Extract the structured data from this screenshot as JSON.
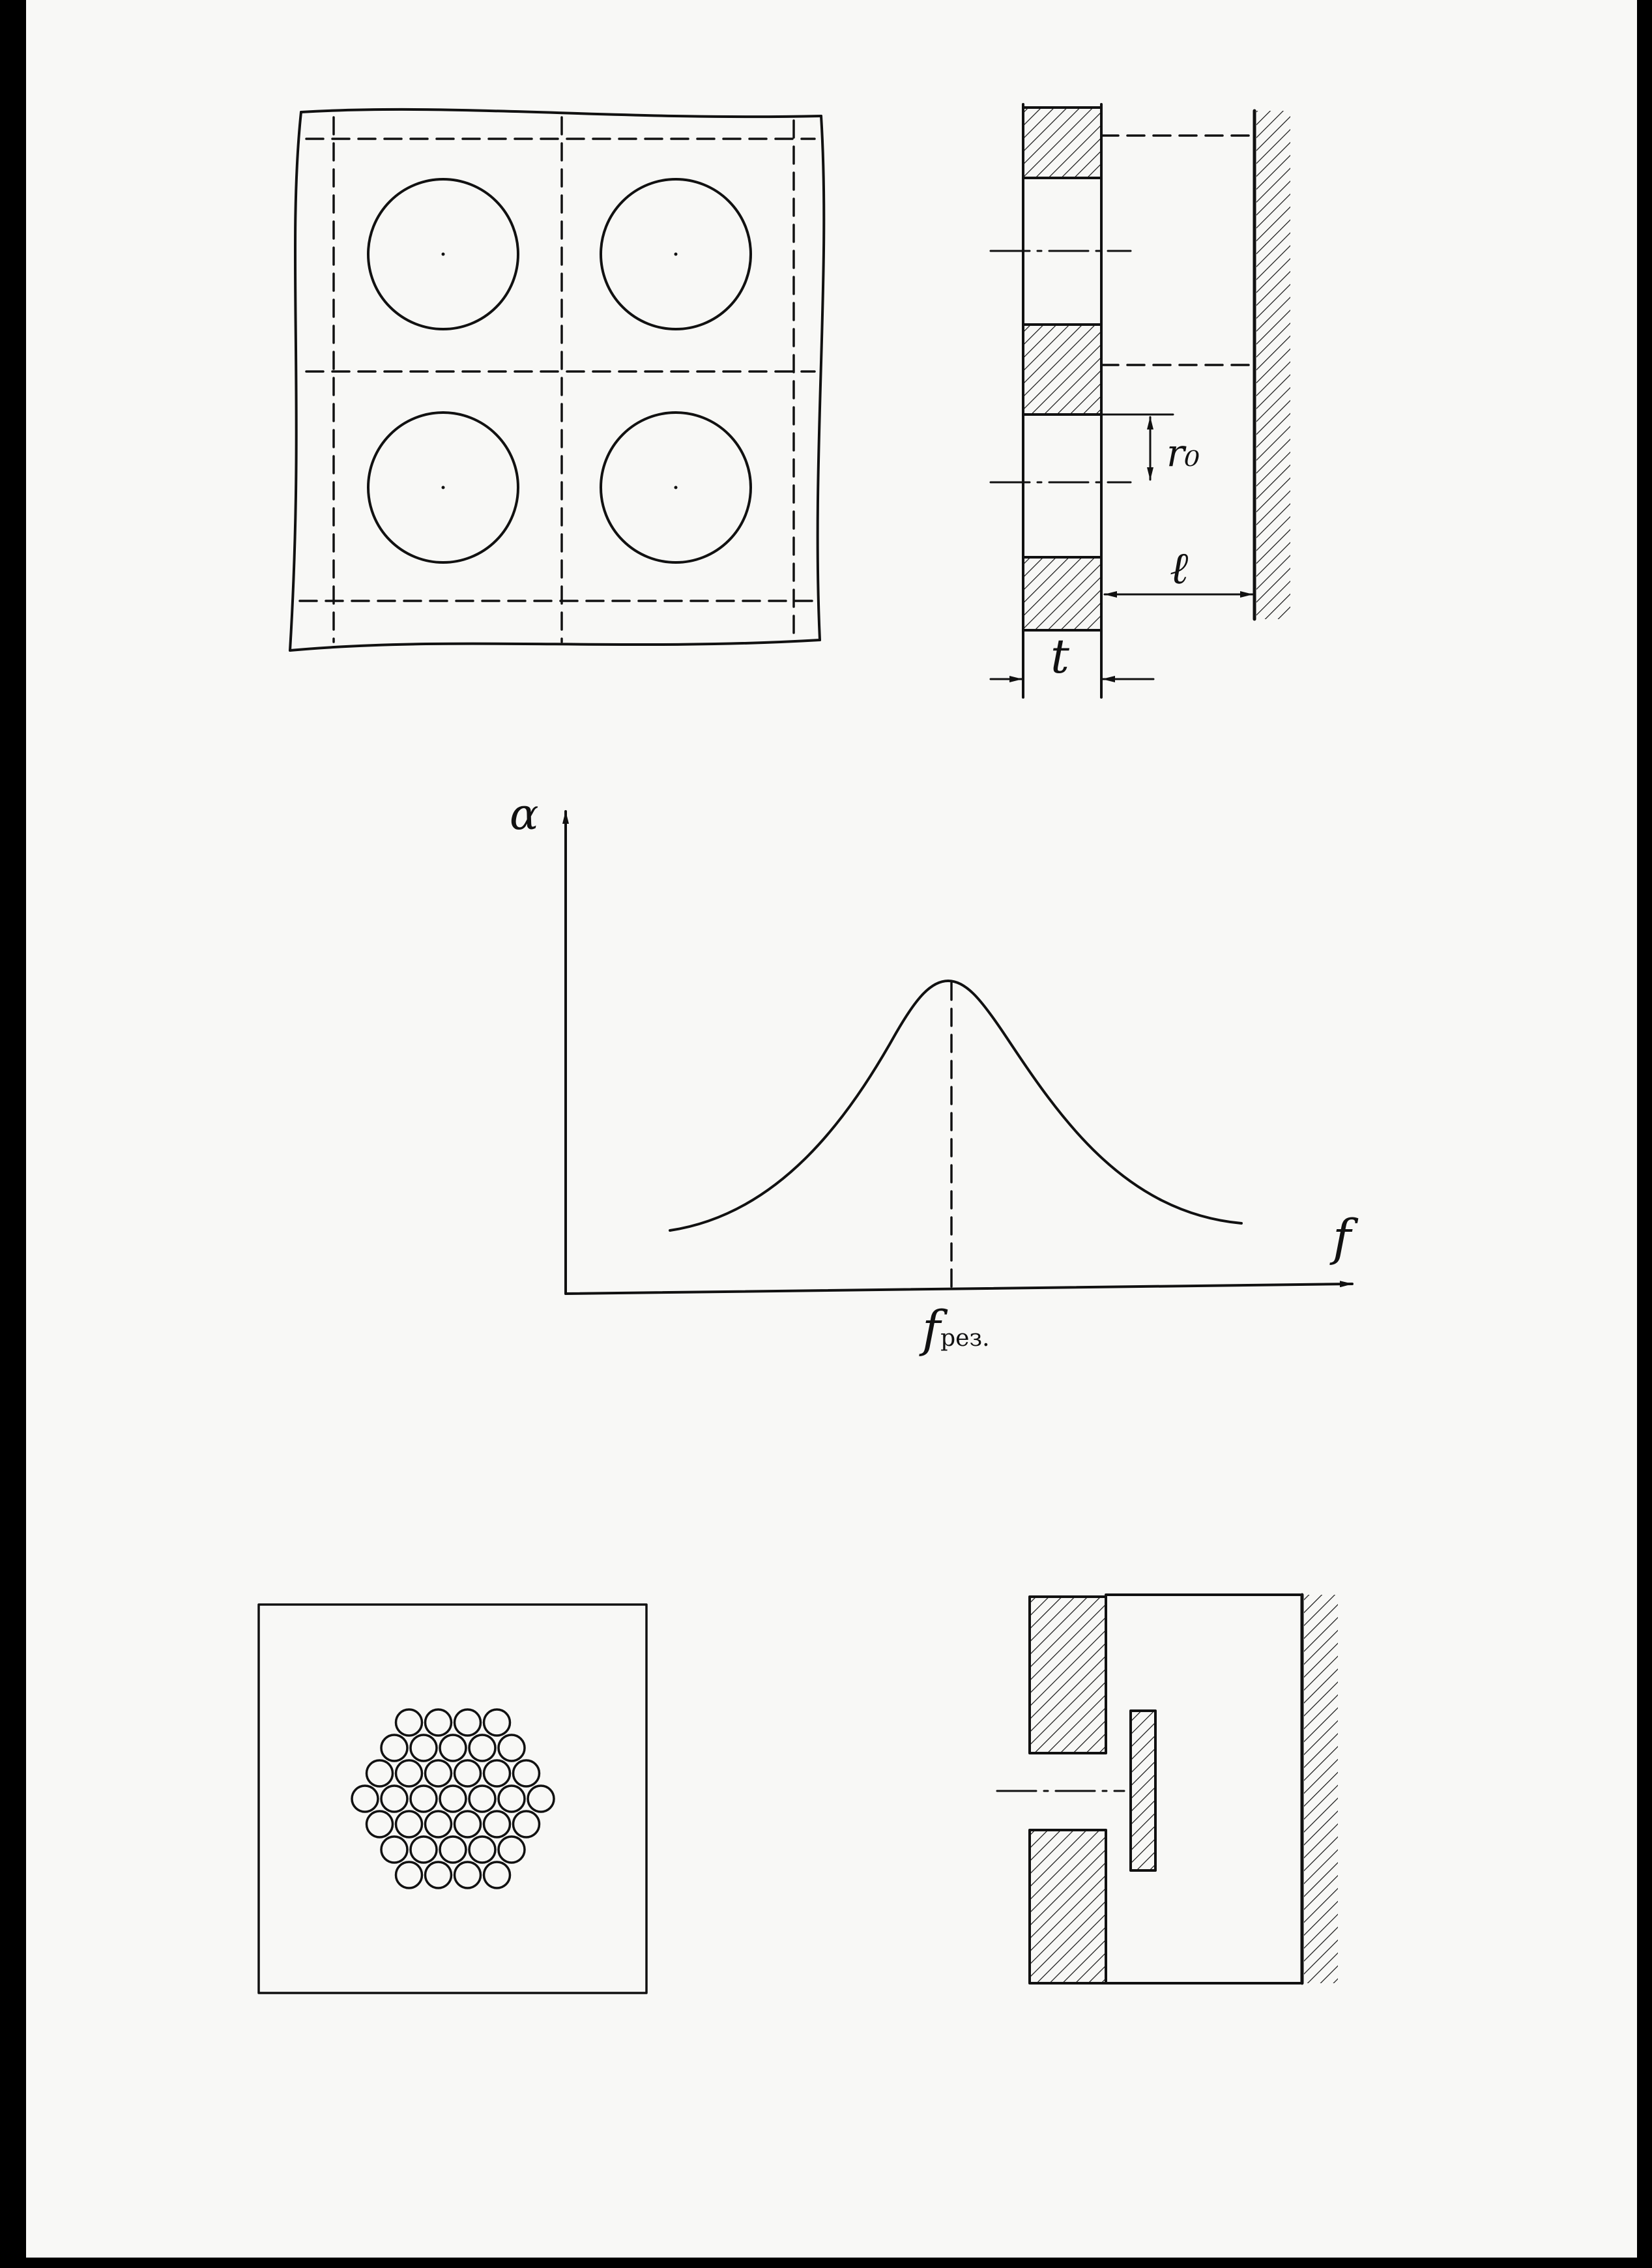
{
  "colors": {
    "paper": "#f8f8f6",
    "ink": "#111111",
    "border": "#000000"
  },
  "figure1": {
    "section_view": {
      "label_r0": "r₀",
      "label_l": "ℓ",
      "label_t": "t"
    }
  },
  "figure2": {
    "y_axis_label": "α",
    "x_axis_label": "f",
    "peak_label_main": "f",
    "peak_label_sub": "рез."
  }
}
